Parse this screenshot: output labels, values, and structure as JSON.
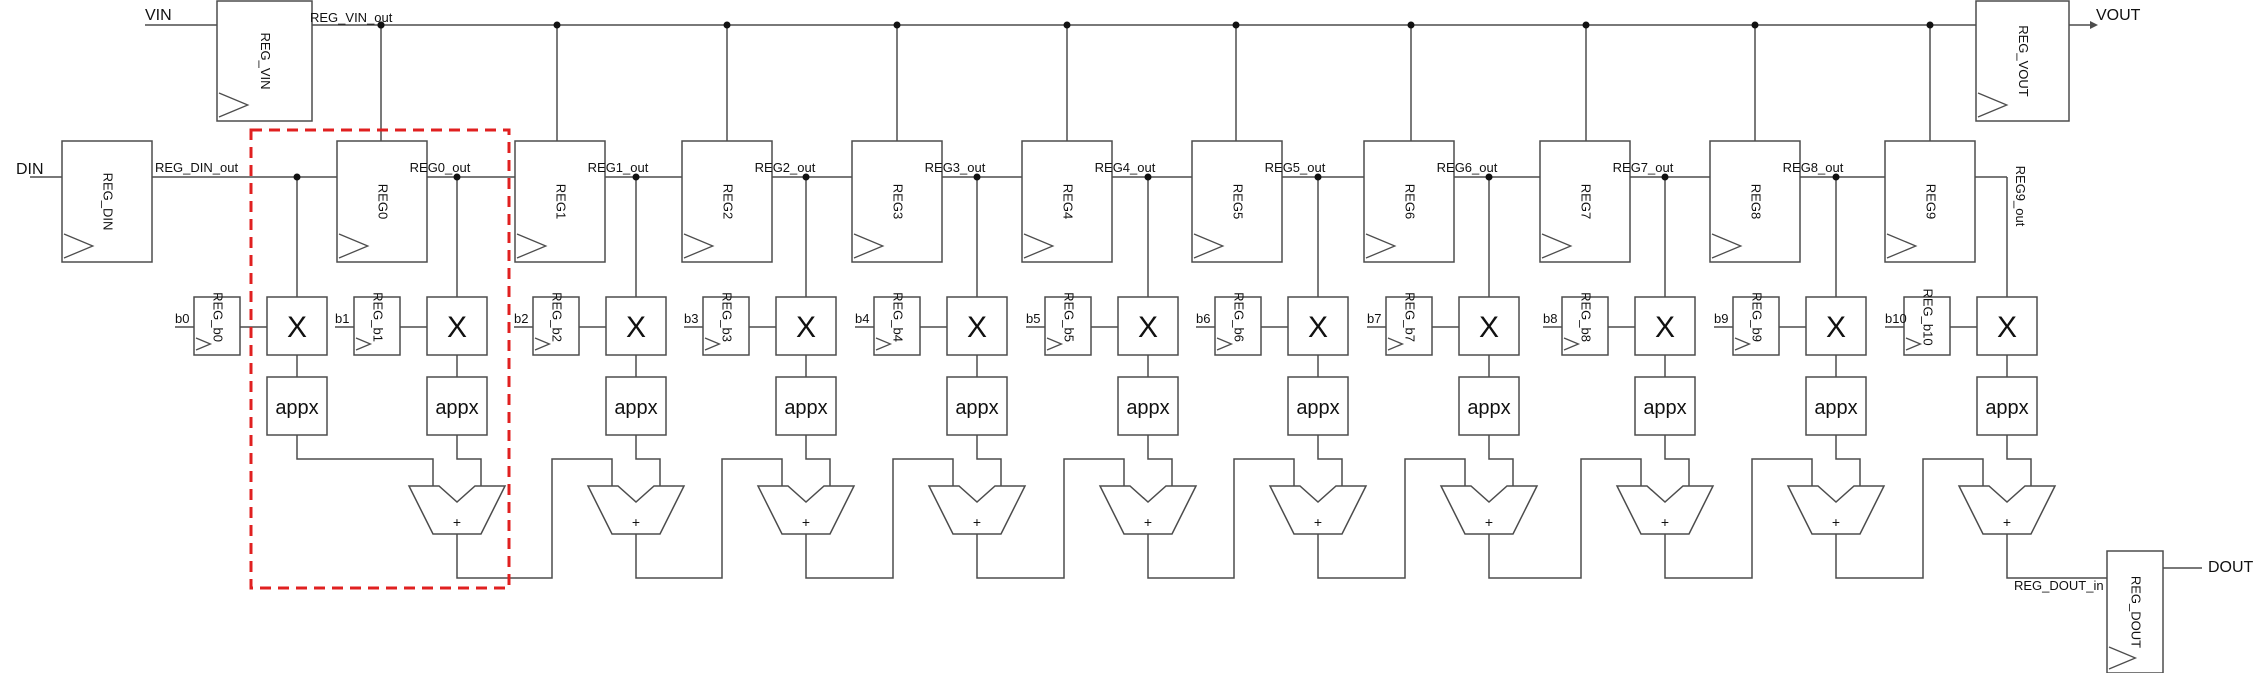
{
  "diagram": {
    "vin": "VIN",
    "din": "DIN",
    "vout": "VOUT",
    "dout": "DOUT",
    "reg_vin": "REG_VIN",
    "reg_vin_out": "REG_VIN_out",
    "reg_din": "REG_DIN",
    "reg_din_out": "REG_DIN_out",
    "reg_vout": "REG_VOUT",
    "reg_dout": "REG_DOUT",
    "reg_dout_in": "REG_DOUT_in",
    "multiplier_symbol": "X",
    "approx_label": "appx",
    "adder_symbol": "+",
    "regs": [
      {
        "name": "REG0",
        "out": "REG0_out"
      },
      {
        "name": "REG1",
        "out": "REG1_out"
      },
      {
        "name": "REG2",
        "out": "REG2_out"
      },
      {
        "name": "REG3",
        "out": "REG3_out"
      },
      {
        "name": "REG4",
        "out": "REG4_out"
      },
      {
        "name": "REG5",
        "out": "REG5_out"
      },
      {
        "name": "REG6",
        "out": "REG6_out"
      },
      {
        "name": "REG7",
        "out": "REG7_out"
      },
      {
        "name": "REG8",
        "out": "REG8_out"
      },
      {
        "name": "REG9",
        "out": "REG9_out"
      }
    ],
    "coeffs": [
      {
        "input": "b0",
        "reg": "REG_b0"
      },
      {
        "input": "b1",
        "reg": "REG_b1"
      },
      {
        "input": "b2",
        "reg": "REG_b2"
      },
      {
        "input": "b3",
        "reg": "REG_b3"
      },
      {
        "input": "b4",
        "reg": "REG_b4"
      },
      {
        "input": "b5",
        "reg": "REG_b5"
      },
      {
        "input": "b6",
        "reg": "REG_b6"
      },
      {
        "input": "b7",
        "reg": "REG_b7"
      },
      {
        "input": "b8",
        "reg": "REG_b8"
      },
      {
        "input": "b9",
        "reg": "REG_b9"
      },
      {
        "input": "b10",
        "reg": "REG_b10"
      }
    ],
    "highlight_color": "#e02020"
  }
}
